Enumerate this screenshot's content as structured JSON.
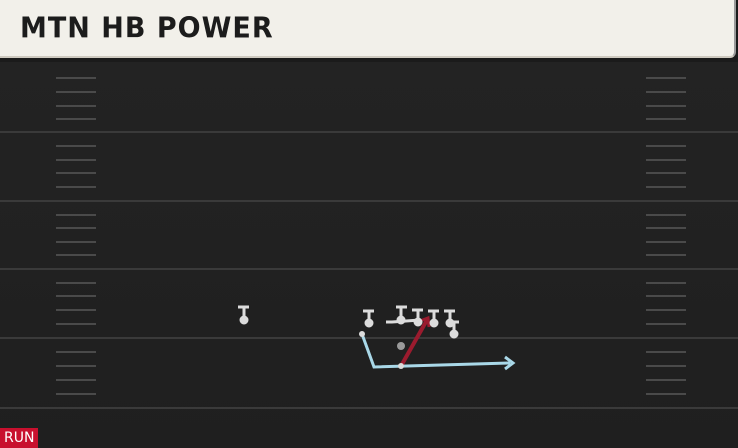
{
  "play": {
    "title": "MTN HB POWER",
    "type_badge": "RUN"
  },
  "colors": {
    "header_bg": "#f2f0ea",
    "field_bg": "#1f1f1f",
    "yard_line": "#3a3a3a",
    "hash": "#4a4a4a",
    "player": "#dcdcdc",
    "handoff_route": "#9b1b2e",
    "block_route": "#dcdcdc",
    "hb_route": "#a9d8e8",
    "badge": "#c8102e"
  },
  "formation": {
    "players": [
      {
        "id": "wr-left",
        "shape": "T"
      },
      {
        "id": "te-left",
        "shape": "T"
      },
      {
        "id": "lt",
        "shape": "T"
      },
      {
        "id": "lg",
        "shape": "T"
      },
      {
        "id": "c",
        "shape": "T"
      },
      {
        "id": "rg",
        "shape": "T"
      },
      {
        "id": "rt",
        "shape": "T"
      },
      {
        "id": "qb",
        "shape": "dot"
      },
      {
        "id": "hb",
        "shape": "dot"
      }
    ],
    "routes": [
      {
        "id": "hb-route",
        "kind": "run-arrow"
      },
      {
        "id": "handoff",
        "kind": "handoff-line"
      },
      {
        "id": "pull-block",
        "kind": "block"
      }
    ]
  }
}
